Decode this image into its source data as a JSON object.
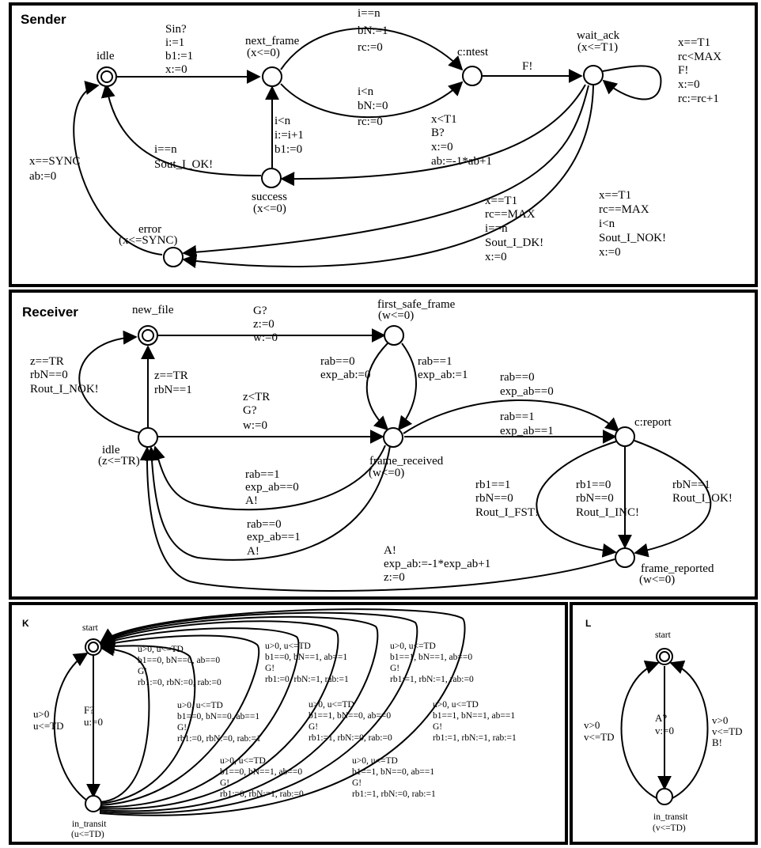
{
  "sender": {
    "title": "Sender",
    "locations": {
      "idle": "idle",
      "next_frame": "next_frame",
      "next_frame_inv": "(x<=0)",
      "cntest": "c:ntest",
      "wait_ack": "wait_ack",
      "wait_ack_inv": "(x<=T1)",
      "success": "success",
      "success_inv": "(x<=0)",
      "error": "error",
      "error_inv": "(x<=SYNC)"
    },
    "edges": {
      "idle_next": [
        "Sin?",
        "i:=1",
        "b1:=1",
        "x:=0"
      ],
      "next_cntest_top": [
        "i==n",
        "bN:=1",
        "rc:=0"
      ],
      "next_cntest_bot": [
        "i<n",
        "bN:=0",
        "rc:=0"
      ],
      "cntest_wait": [
        "F!"
      ],
      "wait_loop": [
        "x==T1",
        "rc<MAX",
        "F!",
        "x:=0",
        "rc:=rc+1"
      ],
      "wait_success": [
        "x<T1",
        "B?",
        "x:=0",
        "ab:=-1*ab+1"
      ],
      "success_next": [
        "i<n",
        "i:=i+1",
        "b1:=0"
      ],
      "success_idle": [
        "i==n",
        "Sout_I_OK!"
      ],
      "error_idle": [
        "x==SYNC",
        "ab:=0"
      ],
      "wait_error_dk": [
        "x==T1",
        "rc==MAX",
        "i==n",
        "Sout_I_DK!",
        "x:=0"
      ],
      "wait_error_nok": [
        "x==T1",
        "rc==MAX",
        "i<n",
        "Sout_I_NOK!",
        "x:=0"
      ]
    }
  },
  "receiver": {
    "title": "Receiver",
    "locations": {
      "new_file": "new_file",
      "first_safe_frame": "first_safe_frame",
      "first_safe_frame_inv": "(w<=0)",
      "idle": "idle",
      "idle_inv": "(z<=TR)",
      "frame_received": "frame_received",
      "frame_received_inv": "(w<=0)",
      "creport": "c:report",
      "frame_reported": "frame_reported",
      "frame_reported_inv": "(w<=0)"
    },
    "edges": {
      "newfile_first": [
        "G?",
        "z:=0",
        "w:=0"
      ],
      "first_frame_l": [
        "rab==0",
        "exp_ab:=0"
      ],
      "first_frame_r": [
        "rab==1",
        "exp_ab:=1"
      ],
      "idle_newfile_out": [
        "z==TR",
        "rbN==0",
        "Rout_I_NOK!"
      ],
      "idle_newfile_in": [
        "z==TR",
        "rbN==1"
      ],
      "idle_frame": [
        "z<TR",
        "G?",
        "w:=0"
      ],
      "frame_report_top": [
        "rab==0",
        "exp_ab==0"
      ],
      "frame_report_mid": [
        "rab==1",
        "exp_ab==1"
      ],
      "frame_idle_1": [
        "rab==1",
        "exp_ab==0",
        "A!"
      ],
      "frame_idle_2": [
        "rab==0",
        "exp_ab==1",
        "A!"
      ],
      "report_rep_l": [
        "rb1==1",
        "rbN==0",
        "Rout_I_FST!"
      ],
      "report_rep_m": [
        "rb1==0",
        "rbN==0",
        "Rout_I_INC!"
      ],
      "report_rep_r": [
        "rbN==1",
        "Rout_I_OK!"
      ],
      "reported_idle": [
        "A!",
        "exp_ab:=-1*exp_ab+1",
        "z:=0"
      ]
    }
  },
  "k": {
    "title": "K",
    "start": "start",
    "in_transit": "in_transit",
    "in_transit_inv": "(u<=TD)",
    "left": [
      "u>0",
      "u<=TD"
    ],
    "mid": [
      "F?",
      "u:=0"
    ],
    "transitions": [
      [
        "u>0, u<=TD",
        "b1==0, bN==0, ab==0",
        "G!",
        "rb1:=0, rbN:=0, rab:=0"
      ],
      [
        "u>0, u<=TD",
        "b1==0, bN==0, ab==1",
        "G!",
        "rb1:=0, rbN:=0, rab:=1"
      ],
      [
        "u>0, u<=TD",
        "b1==0, bN==1, ab==0",
        "G!",
        "rb1:=0, rbN:=1, rab:=0"
      ],
      [
        "u>0, u<=TD",
        "b1==0, bN==1, ab==1",
        "G!",
        "rb1:=0, rbN:=1, rab:=1"
      ],
      [
        "u>0, u<=TD",
        "b1==1, bN==0, ab==0",
        "G!",
        "rb1:=1, rbN:=0, rab:=0"
      ],
      [
        "u>0, u<=TD",
        "b1==1, bN==0, ab==1",
        "G!",
        "rb1:=1, rbN:=0, rab:=1"
      ],
      [
        "u>0, u<=TD",
        "b1==1, bN==1, ab==0",
        "G!",
        "rb1:=1, rbN:=1, rab:=0"
      ],
      [
        "u>0, u<=TD",
        "b1==1, bN==1, ab==1",
        "G!",
        "rb1:=1, rbN:=1, rab:=1"
      ]
    ]
  },
  "l": {
    "title": "L",
    "start": "start",
    "in_transit": "in_transit",
    "in_transit_inv": "(v<=TD)",
    "left": [
      "v>0",
      "v<=TD"
    ],
    "mid": [
      "A?",
      "v:=0"
    ],
    "right": [
      "v>0",
      "v<=TD",
      "B!"
    ]
  }
}
